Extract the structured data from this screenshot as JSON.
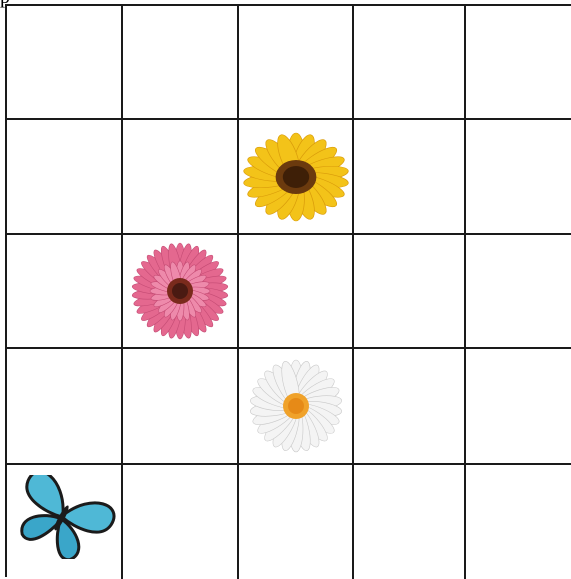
{
  "caption": "p",
  "grid": {
    "rows": 5,
    "cols": 5
  },
  "pieces": [
    {
      "row": 1,
      "col": 2,
      "kind": "sunflower-icon",
      "color": "#f3c319",
      "center_color": "#6b3a0e"
    },
    {
      "row": 2,
      "col": 1,
      "kind": "pink-gerbera-icon",
      "color": "#e4688f",
      "center_color": "#4a1a12"
    },
    {
      "row": 3,
      "col": 2,
      "kind": "daisy-icon",
      "color": "#f4f4f4",
      "center_color": "#f0a22a"
    },
    {
      "row": 4,
      "col": 0,
      "kind": "blue-butterfly-icon",
      "color": "#4fb8d6",
      "center_color": "#1b1b1b"
    }
  ]
}
